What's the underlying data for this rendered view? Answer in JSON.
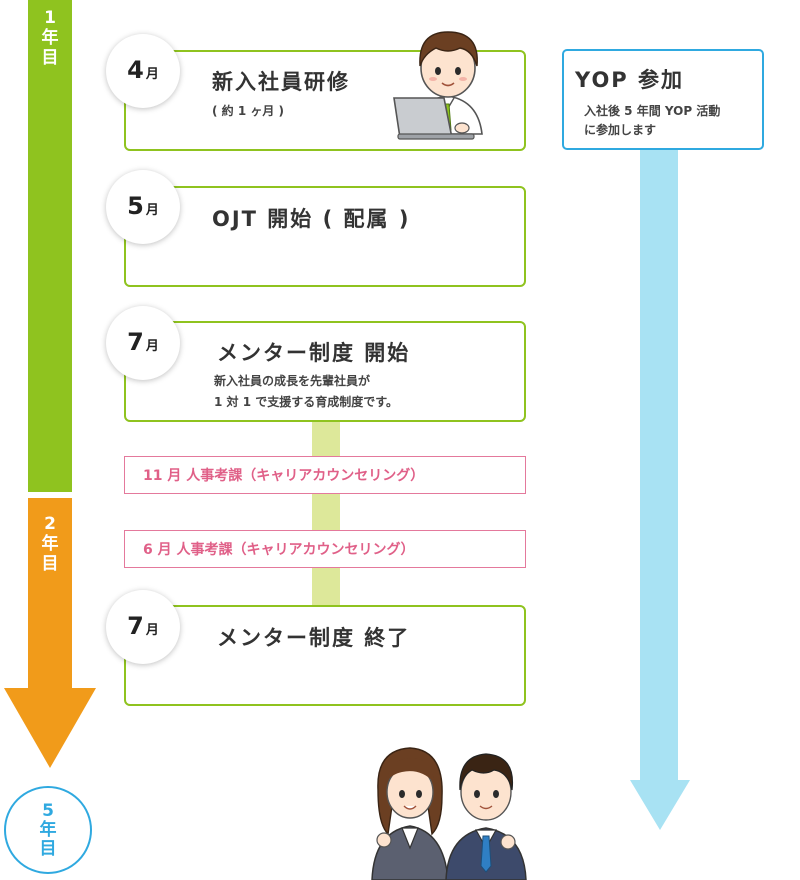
{
  "years": {
    "year1": [
      "1",
      "年",
      "目"
    ],
    "year2": [
      "2",
      "年",
      "目"
    ],
    "year5": [
      "5",
      "年",
      "目"
    ]
  },
  "events": [
    {
      "month": "4",
      "unit": "月",
      "title": "新入社員研修",
      "sub": [
        "( 約 1 ヶ月 )"
      ]
    },
    {
      "month": "5",
      "unit": "月",
      "title": "OJT 開始 ( 配属 )",
      "sub": []
    },
    {
      "month": "7",
      "unit": "月",
      "title": "メンター制度 開始",
      "sub": [
        "新入社員の成長を先輩社員が",
        "1 対 1 で支援する育成制度です。"
      ]
    },
    {
      "month": "7",
      "unit": "月",
      "title": "メンター制度 終了",
      "sub": []
    }
  ],
  "interviews": [
    "11 月 人事考課（キャリアカウンセリング）",
    "6 月 人事考課（キャリアカウンセリング）"
  ],
  "yop": {
    "title": "YOP 参加",
    "desc": [
      "入社後 5 年間 YOP 活動",
      "に参加します"
    ]
  },
  "colors": {
    "year1": "#8fc31f",
    "year2": "#f19b1a",
    "year5": "#2fa9e0",
    "box_border": "#8fc31f",
    "interview": "#e06088",
    "yop_arrow": "#a8e2f3"
  },
  "illustrations": [
    "employee-at-laptop-illustration",
    "two-new-employees-illustration"
  ]
}
